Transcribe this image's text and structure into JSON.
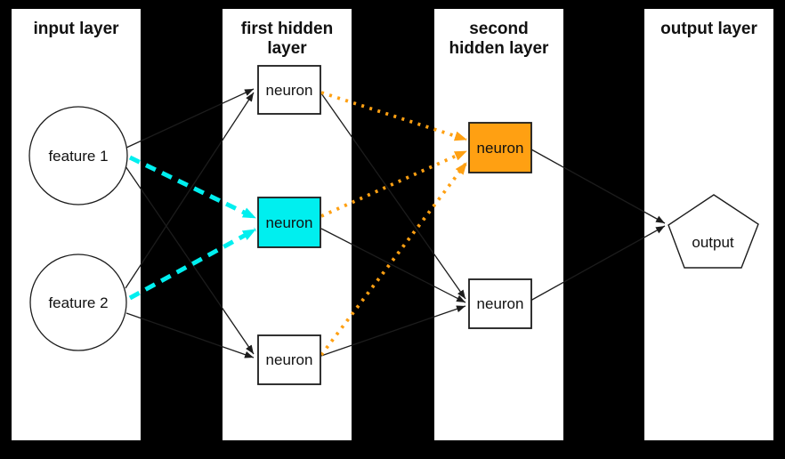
{
  "colors": {
    "background": "#000000",
    "panel": "#ffffff",
    "line": "#1c1c1c",
    "text": "#111111",
    "cyan": "#00EFEF",
    "orange": "#FFA012"
  },
  "layers": [
    {
      "title_lines": [
        "input layer"
      ]
    },
    {
      "title_lines": [
        "first hidden",
        "layer"
      ]
    },
    {
      "title_lines": [
        "second",
        "hidden layer"
      ]
    },
    {
      "title_lines": [
        "output layer"
      ]
    }
  ],
  "nodes": {
    "feature1": {
      "label": "feature 1",
      "shape": "circle"
    },
    "feature2": {
      "label": "feature 2",
      "shape": "circle"
    },
    "h1_top": {
      "label": "neuron",
      "shape": "rect"
    },
    "h1_middle": {
      "label": "neuron",
      "shape": "rect",
      "fill": "#00EFEF"
    },
    "h1_bottom": {
      "label": "neuron",
      "shape": "rect"
    },
    "h2_top": {
      "label": "neuron",
      "shape": "rect",
      "fill": "#FFA012"
    },
    "h2_bottom": {
      "label": "neuron",
      "shape": "rect"
    },
    "output": {
      "label": "output",
      "shape": "pentagon"
    }
  }
}
